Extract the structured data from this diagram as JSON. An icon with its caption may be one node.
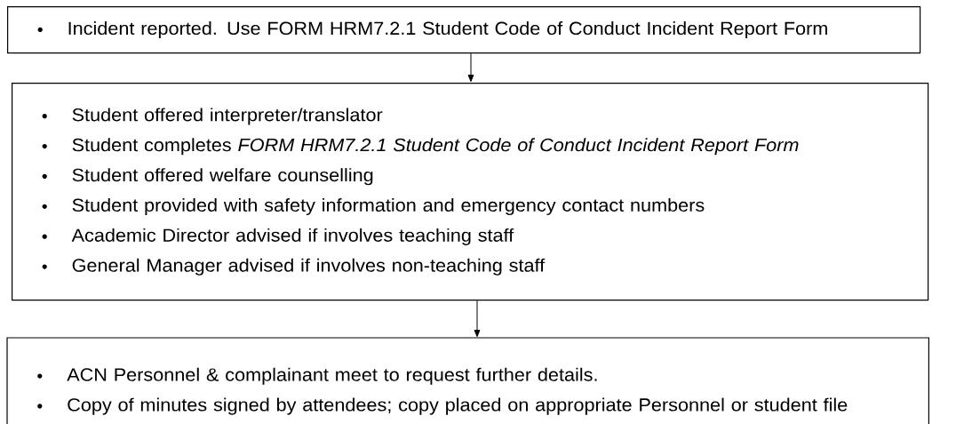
{
  "diagram": {
    "nodes": [
      {
        "text": [
          "Incident reported.  Use FORM HRM7.2.1 Student Code of Conduct Incident Report Form"
        ]
      },
      {
        "text": [
          "Student offered interpreter/translator",
          "Student completes *FORM HRM7.2.1 Student Code of Conduct Incident Report Form*",
          "Student offered welfare counselling",
          "Student provided with safety information and emergency contact numbers",
          "Academic Director advised if involves teaching staff",
          "General Manager advised if involves non-teaching staff"
        ]
      },
      {
        "text": [
          "ACN Personnel & complainant meet to request further details.",
          "Copy of minutes signed by attendees; copy placed on appropriate Personnel or student file"
        ]
      }
    ],
    "edges": [
      {
        "from": 0,
        "to": 1,
        "arrow": "to"
      },
      {
        "from": 1,
        "to": 2,
        "arrow": "to"
      }
    ]
  }
}
